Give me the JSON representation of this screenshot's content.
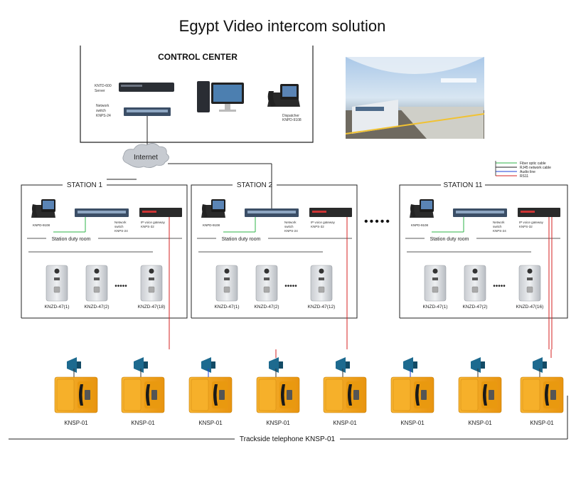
{
  "title": "Egypt Video intercom solution",
  "control_center": {
    "label": "CONTROL CENTER",
    "server_label": "KNTD-600\nServer",
    "switch_label": "Network\nswitch\nKNPS-24",
    "phone_label": "Dispatcher\nKNPD-9108"
  },
  "internet_label": "Internet",
  "legend": {
    "items": [
      {
        "label": "Fiber optic cable",
        "color": "#2fb34a"
      },
      {
        "label": "RJ45 network cable",
        "color": "#222222"
      },
      {
        "label": "Audio line",
        "color": "#1f3fd6"
      },
      {
        "label": "RS11",
        "color": "#d42020"
      }
    ]
  },
  "stations": [
    {
      "name": "STATION 1",
      "duty_room": "Station duty room",
      "switch_label": "Network\nswitch\nKNPS-24",
      "gateway_label": "IP voice gateway\nKNPS-32",
      "terminals": [
        "KNZD-47(1)",
        "KNZD-47(2)",
        "KNZD-47(18)"
      ]
    },
    {
      "name": "STATION 2",
      "duty_room": "Station duty room",
      "switch_label": "Network\nswitch\nKNPS-24",
      "gateway_label": "IP voice gateway\nKNPS-32",
      "terminals": [
        "KNZD-47(1)",
        "KNZD-47(2)",
        "KNZD-47(12)"
      ]
    },
    {
      "name": "STATION 11",
      "duty_room": "Station duty room",
      "switch_label": "Network\nswitch\nKNPS-24",
      "gateway_label": "IP voice gateway\nKNPS-32",
      "terminals": [
        "KNZD-47(1)",
        "KNZD-47(2)",
        "KNZD-47(16)"
      ]
    }
  ],
  "ellipsis": "•••••",
  "trackside": {
    "phones": [
      "KNSP-01",
      "KNSP-01",
      "KNSP-01",
      "KNSP-01",
      "KNSP-01",
      "KNSP-01",
      "KNSP-01",
      "KNSP-01"
    ],
    "label": "Trackside telephone KNSP-01"
  },
  "colors": {
    "red": "#d42020",
    "green": "#2fb34a",
    "blue": "#1f3fd6",
    "phone_yellow": "#f4a71c",
    "horn_blue": "#1d6a8f"
  }
}
